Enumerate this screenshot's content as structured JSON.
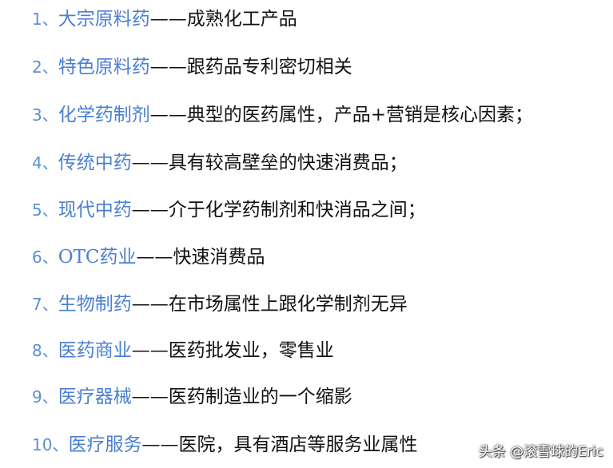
{
  "items": [
    {
      "num": "1、",
      "name": "大宗原料药",
      "desc": "——成熟化工产品"
    },
    {
      "num": "2、",
      "name": "特色原料药",
      "desc": "——跟药品专利密切相关"
    },
    {
      "num": "3、",
      "name": "化学药制剂",
      "desc": "——典型的医药属性，产品+营销是核心因素；"
    },
    {
      "num": "4、",
      "name": "传统中药",
      "desc": "——具有较高壁垒的快速消费品；"
    },
    {
      "num": "5、",
      "name": "现代中药",
      "desc": "——介于化学药制剂和快消品之间；"
    },
    {
      "num": "6、",
      "name": "OTC药业",
      "desc": "——快速消费品"
    },
    {
      "num": "7、",
      "name": "生物制药",
      "desc": "——在市场属性上跟化学制剂无异"
    },
    {
      "num": "8、",
      "name": "医药商业",
      "desc": "——医药批发业，零售业"
    },
    {
      "num": "9、",
      "name": "医疗器械",
      "desc": "——医药制造业的一个缩影"
    },
    {
      "num": "10、",
      "name": "医疗服务",
      "desc": "——医院，具有酒店等服务业属性"
    }
  ],
  "watermark": "头条 @滚雪球的Eric",
  "colors": {
    "number": "#5b8fd6",
    "name": "#4a7fd0",
    "description": "#111111"
  }
}
